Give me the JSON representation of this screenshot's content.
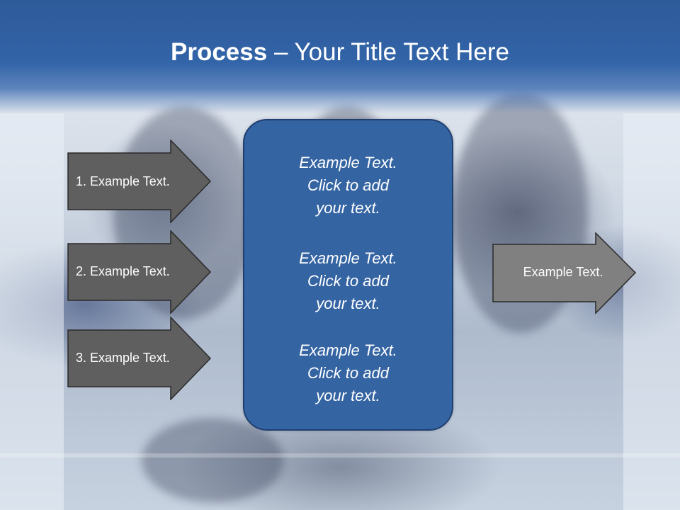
{
  "title": {
    "bold": "Process",
    "rest": " – Your Title Text Here"
  },
  "left_arrows": [
    {
      "label": "1. Example Text."
    },
    {
      "label": "2. Example Text."
    },
    {
      "label": "3. Example Text."
    }
  ],
  "center": {
    "blocks": [
      {
        "lines": [
          "Example Text.",
          "Click  to add",
          "your text."
        ]
      },
      {
        "lines": [
          "Example Text.",
          "Click  to add",
          "your text."
        ]
      },
      {
        "lines": [
          "Example Text.",
          "Click  to add",
          "your text."
        ]
      }
    ]
  },
  "right_arrow": {
    "label": "Example Text."
  },
  "colors": {
    "title_band": "#3264a8",
    "center_box": "#3564a3",
    "left_arrow_fill": "#5f5f5f",
    "right_arrow_fill": "#808080"
  }
}
